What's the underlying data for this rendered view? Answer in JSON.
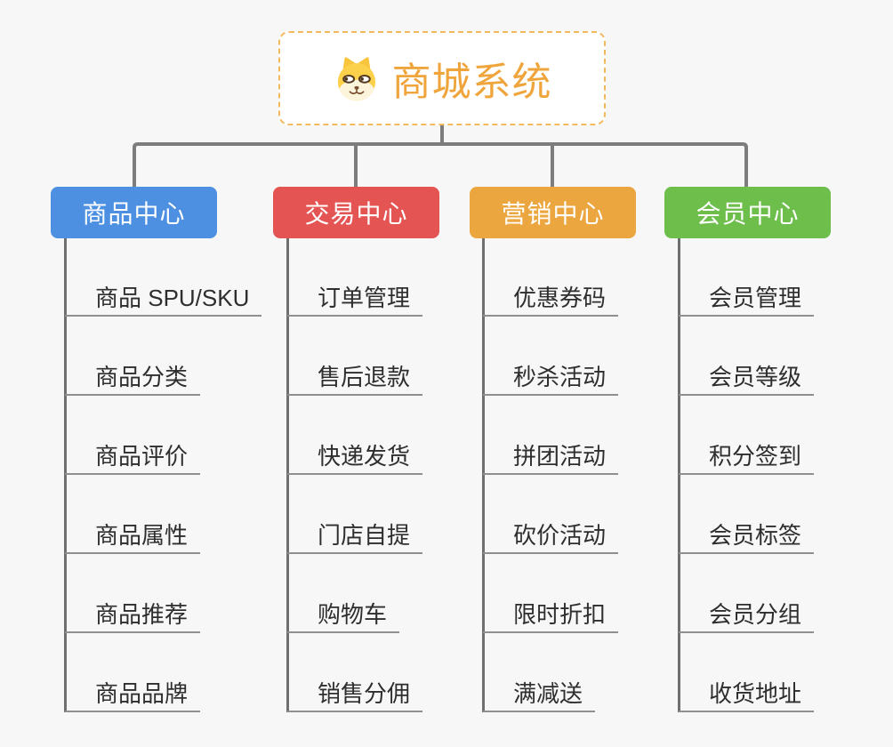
{
  "canvas": {
    "background": "#f7f7f7",
    "connector_color": "#7d7d7d",
    "underline_color": "#8f8f8f"
  },
  "root": {
    "title": "商城系统",
    "icon": "shiba-dog-face-icon",
    "text_color": "#efa53b",
    "border_color": "#f3b95f"
  },
  "branches": [
    {
      "label": "商品中心",
      "color": "#4d90e2",
      "items": [
        "商品 SPU/SKU",
        "商品分类",
        "商品评价",
        "商品属性",
        "商品推荐",
        "商品品牌"
      ]
    },
    {
      "label": "交易中心",
      "color": "#e45453",
      "items": [
        "订单管理",
        "售后退款",
        "快递发货",
        "门店自提",
        "购物车",
        "销售分佣"
      ]
    },
    {
      "label": "营销中心",
      "color": "#eca63f",
      "items": [
        "优惠券码",
        "秒杀活动",
        "拼团活动",
        "砍价活动",
        "限时折扣",
        "满减送"
      ]
    },
    {
      "label": "会员中心",
      "color": "#6ebe4c",
      "items": [
        "会员管理",
        "会员等级",
        "积分签到",
        "会员标签",
        "会员分组",
        "收货地址"
      ]
    }
  ]
}
